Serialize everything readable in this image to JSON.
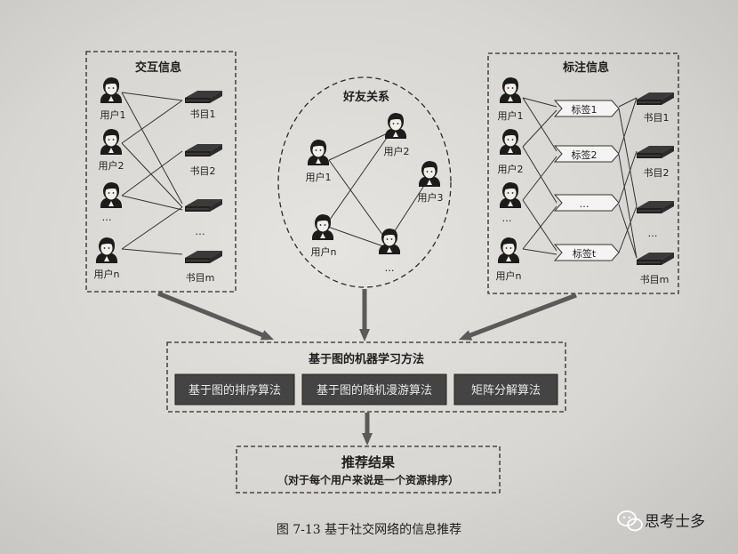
{
  "panels": {
    "interaction": {
      "title": "交互信息",
      "users": [
        "用户1",
        "用户2",
        "…",
        "用户n"
      ],
      "books": [
        "书目1",
        "书目2",
        "…",
        "书目m"
      ]
    },
    "friends": {
      "title": "好友关系",
      "users": [
        "用户1",
        "用户2",
        "用户3",
        "用户n",
        "…"
      ]
    },
    "tags": {
      "title": "标注信息",
      "users": [
        "用户1",
        "用户2",
        "…",
        "用户n"
      ],
      "tags": [
        "标签1",
        "标签2",
        "…",
        "标签t"
      ],
      "books": [
        "书目1",
        "书目2",
        "…",
        "书目m"
      ]
    }
  },
  "methods": {
    "title": "基于图的机器学习方法",
    "items": [
      "基于图的排序算法",
      "基于图的随机漫游算法",
      "矩阵分解算法"
    ]
  },
  "result": {
    "title": "推荐结果",
    "subtitle": "（对于每个用户来说是一个资源排序）"
  },
  "caption": "图 7-13   基于社交网络的信息推荐",
  "watermark": "思考士多"
}
